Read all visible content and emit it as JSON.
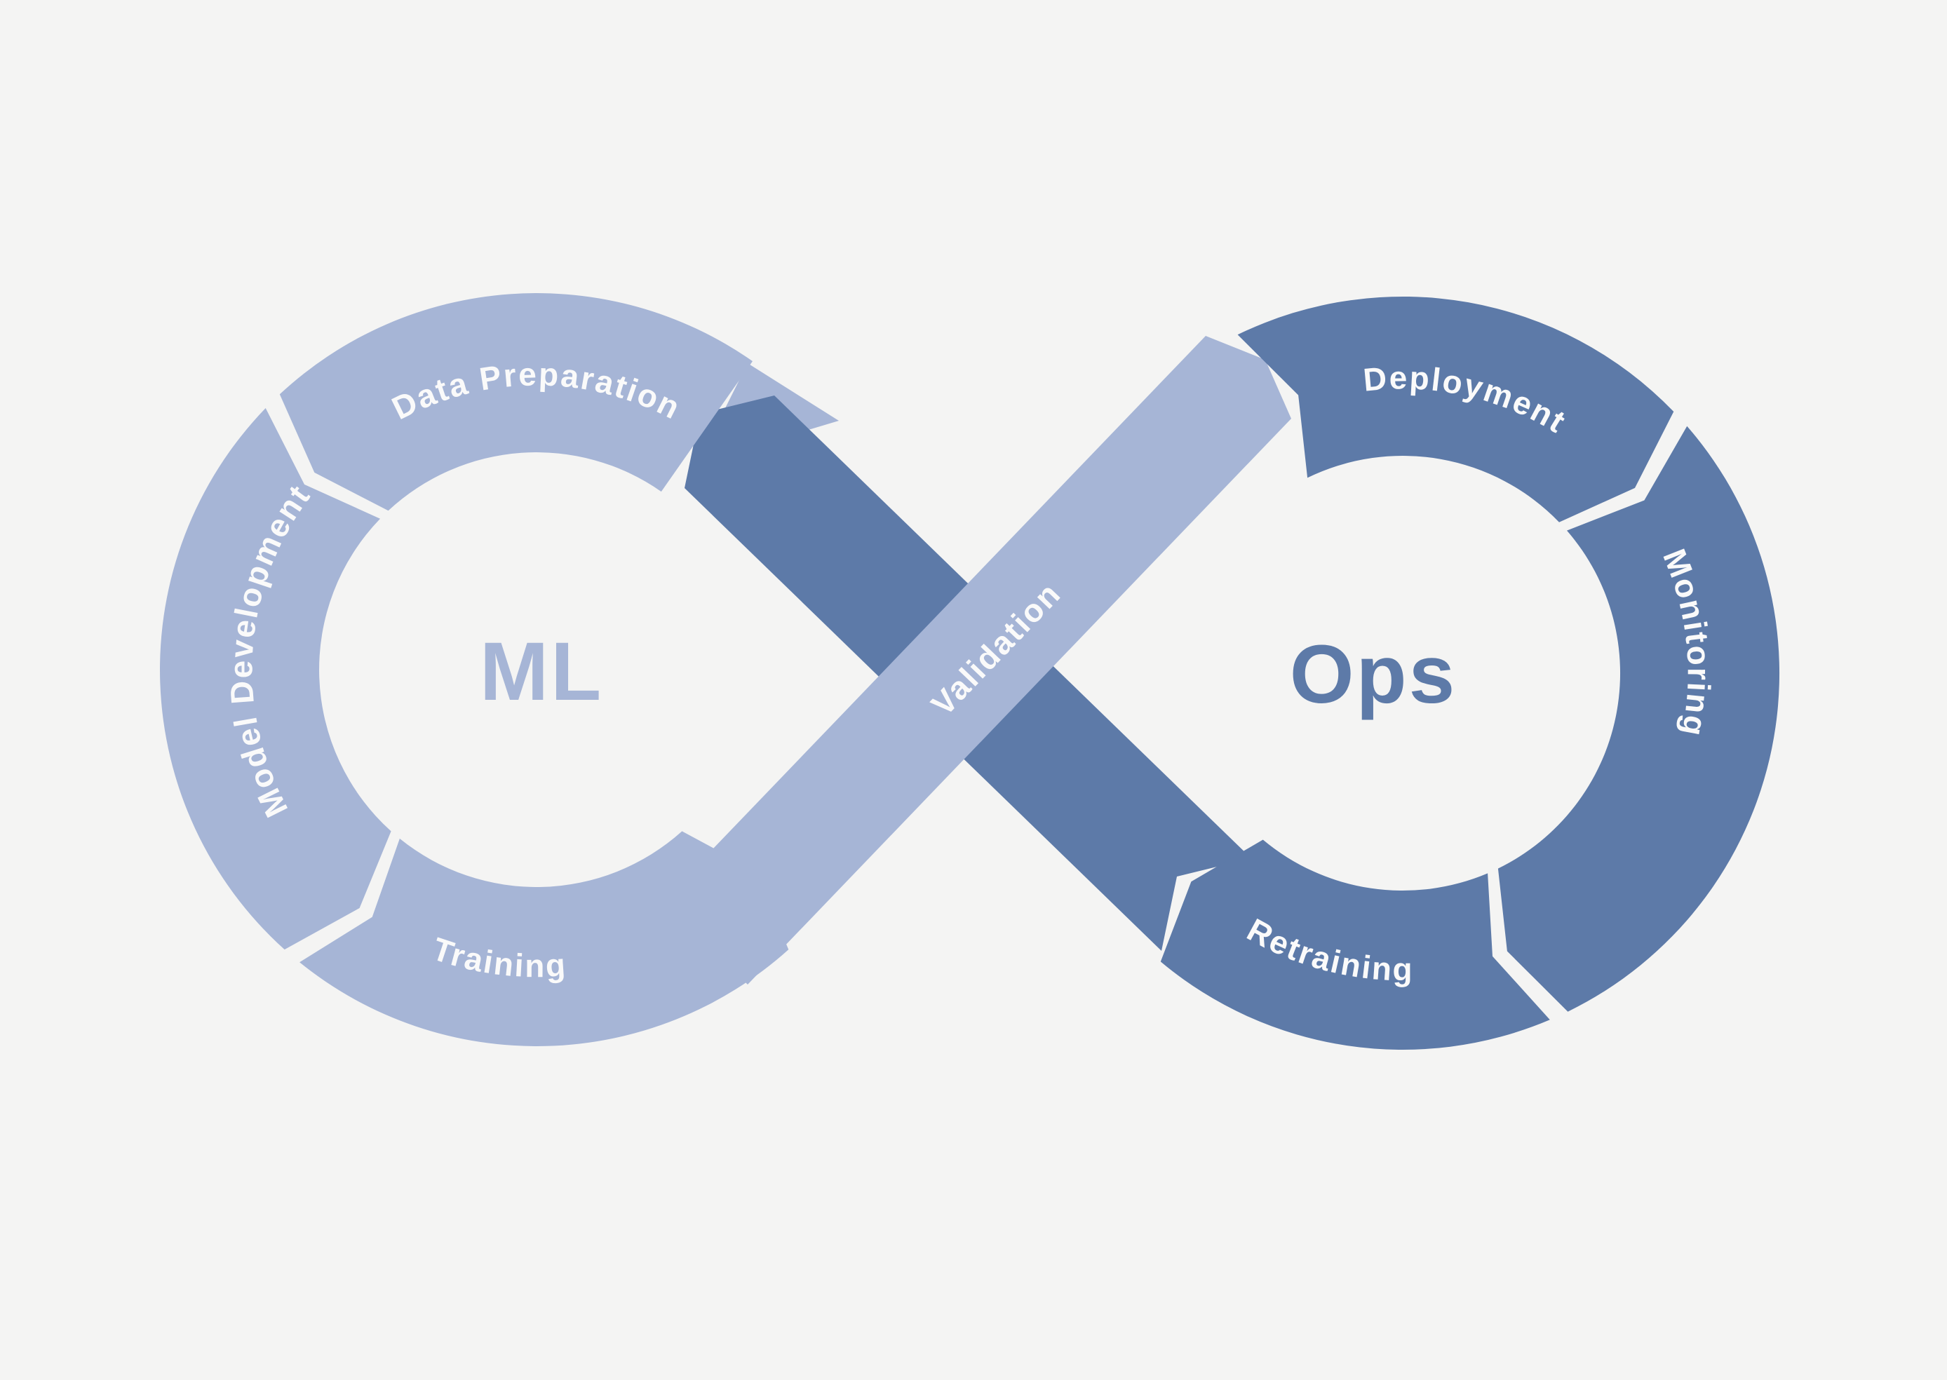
{
  "diagram": {
    "left_loop": {
      "center_label": "ML",
      "segments": [
        {
          "label": "Data Preparation"
        },
        {
          "label": "Model Development"
        },
        {
          "label": "Training"
        }
      ]
    },
    "crossover": {
      "label": "Validation"
    },
    "right_loop": {
      "center_label": "Ops",
      "segments": [
        {
          "label": "Deployment"
        },
        {
          "label": "Monitoring"
        },
        {
          "label": "Retraining"
        }
      ]
    },
    "colors": {
      "ml_light": "#a6b5d6",
      "ops_dark": "#5d7aa8",
      "background": "#f4f4f3",
      "label_text": "#fafafa"
    }
  }
}
